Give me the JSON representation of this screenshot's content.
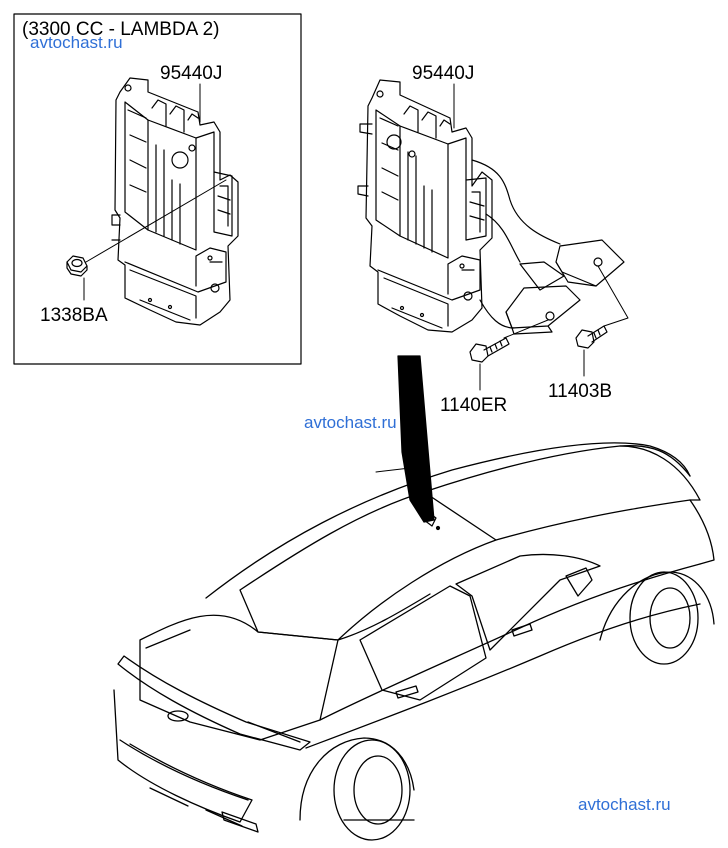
{
  "inset": {
    "title": "(3300 CC - LAMBDA 2)"
  },
  "parts": {
    "ecu_inset": "95440J",
    "ecu_main": "95440J",
    "nut": "1338BA",
    "bolt_left": "1140ER",
    "bolt_right": "11403B"
  },
  "watermarks": {
    "top": "avtochast.ru",
    "middle": "avtochast.ru",
    "bottom": "avtochast.ru"
  },
  "colors": {
    "line": "#000000",
    "watermark": "#2f6fd6",
    "background": "#ffffff"
  }
}
